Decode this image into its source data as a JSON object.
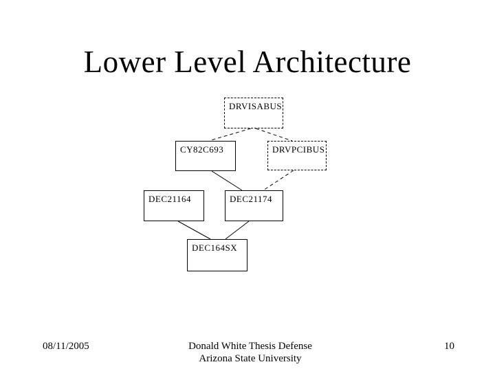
{
  "slide": {
    "title": "Lower Level Architecture",
    "diagram": {
      "nodes": [
        {
          "id": "drvisabus",
          "label": "DRVISABUS",
          "border": "dashed"
        },
        {
          "id": "cy82c693",
          "label": "CY82C693",
          "border": "solid"
        },
        {
          "id": "drvpcibus",
          "label": "DRVPCIBUS",
          "border": "dashed"
        },
        {
          "id": "dec21164",
          "label": "DEC21164",
          "border": "solid"
        },
        {
          "id": "dec21174",
          "label": "DEC21174",
          "border": "solid"
        },
        {
          "id": "dec164sx",
          "label": "DEC164SX",
          "border": "solid"
        }
      ],
      "edges": [
        {
          "from": "DRVISABUS",
          "to": "CY82C693",
          "style": "dashed"
        },
        {
          "from": "DRVISABUS",
          "to": "DRVPCIBUS",
          "style": "dashed"
        },
        {
          "from": "CY82C693",
          "to": "DEC21174",
          "style": "solid"
        },
        {
          "from": "DRVPCIBUS",
          "to": "DEC21174",
          "style": "dashed"
        },
        {
          "from": "DEC21164",
          "to": "DEC164SX",
          "style": "solid"
        },
        {
          "from": "DEC21174",
          "to": "DEC164SX",
          "style": "solid"
        }
      ]
    },
    "footer": {
      "date": "08/11/2005",
      "center_line1": "Donald White Thesis Defense",
      "center_line2": "Arizona State University",
      "page_number": "10"
    },
    "colors": {
      "background": "#ffffff",
      "text": "#000000",
      "line": "#000000"
    }
  }
}
